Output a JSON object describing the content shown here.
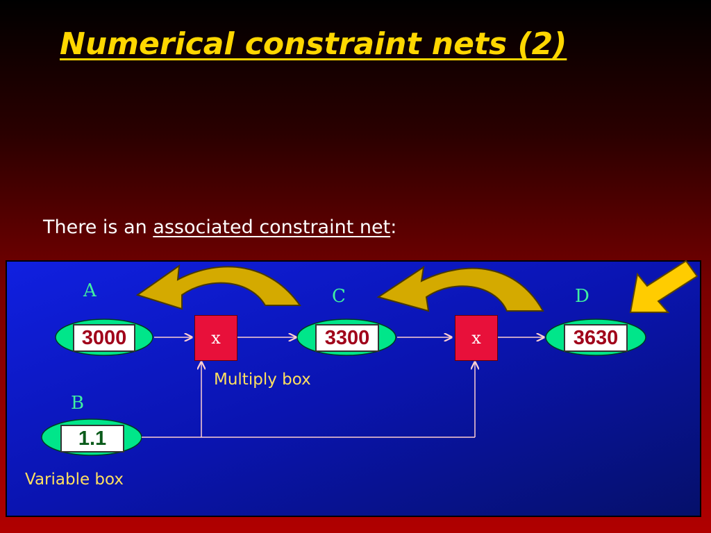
{
  "slide": {
    "title": "Numerical constraint nets (2)",
    "intro_prefix": "There is an ",
    "intro_link": "associated constraint net",
    "intro_suffix": ":"
  },
  "nodes": {
    "A": {
      "label": "A",
      "value": "3000"
    },
    "B": {
      "label": "B",
      "value": "1.1"
    },
    "C": {
      "label": "C",
      "value": "3300"
    },
    "D": {
      "label": "D",
      "value": "3630"
    }
  },
  "multiply": {
    "symbol": "x"
  },
  "captions": {
    "multiply_box": "Multiply box",
    "variable_box": "Variable box"
  },
  "colors": {
    "title": "#ffd700",
    "ellipse": "#00e68a",
    "multiply": "#e8103a",
    "arrow": "#d4aa00",
    "connector": "#ffd0d0"
  }
}
